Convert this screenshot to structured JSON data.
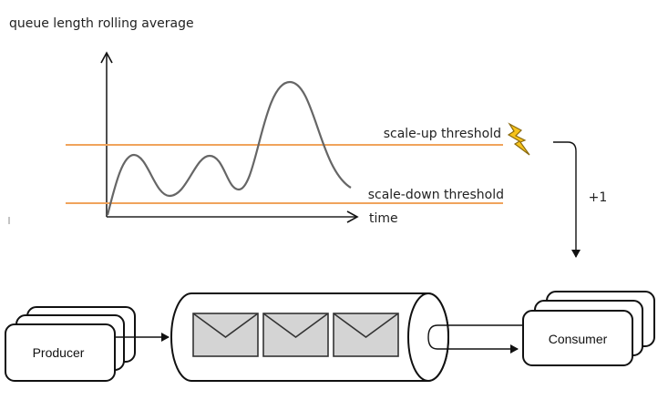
{
  "graph": {
    "y_axis_label": "queue length rolling average",
    "x_axis_label": "time",
    "scale_up_label": "scale-up threshold",
    "scale_down_label": "scale-down threshold",
    "threshold_color": "#f0a35c",
    "lightning_icon": "lightning-bolt-icon"
  },
  "scaling": {
    "increment_label": "+1"
  },
  "producer": {
    "label": "Producer"
  },
  "queue": {
    "message_icon": "envelope-icon",
    "message_count": 3,
    "message_fill": "#d4d4d4"
  },
  "consumer": {
    "label": "Consumer"
  }
}
